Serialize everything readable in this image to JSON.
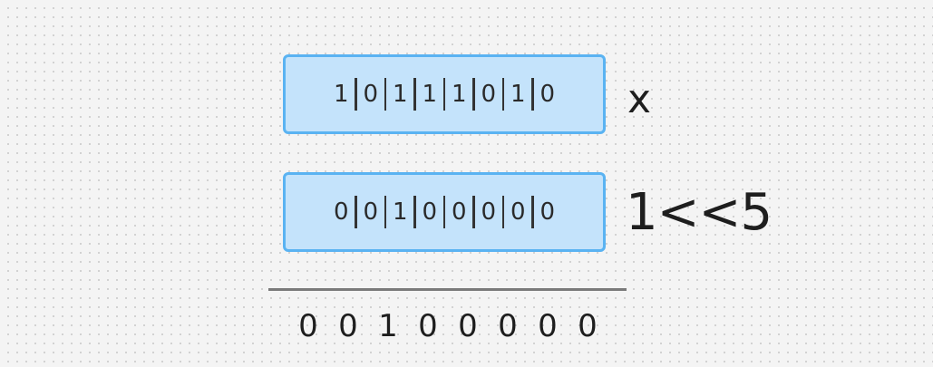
{
  "operand_x": {
    "bits": [
      "1",
      "0",
      "1",
      "1",
      "1",
      "0",
      "1",
      "0"
    ],
    "label": "x"
  },
  "operand_mask": {
    "bits": [
      "0",
      "0",
      "1",
      "0",
      "0",
      "0",
      "0",
      "0"
    ],
    "label": "1<<5"
  },
  "result": {
    "bits": [
      "0",
      "0",
      "1",
      "0",
      "0",
      "0",
      "0",
      "0"
    ]
  },
  "colors": {
    "box_fill": "#c4e3fb",
    "box_border": "#5ab3f2",
    "rule": "#7a7a7a",
    "text": "#1e1e1e"
  }
}
